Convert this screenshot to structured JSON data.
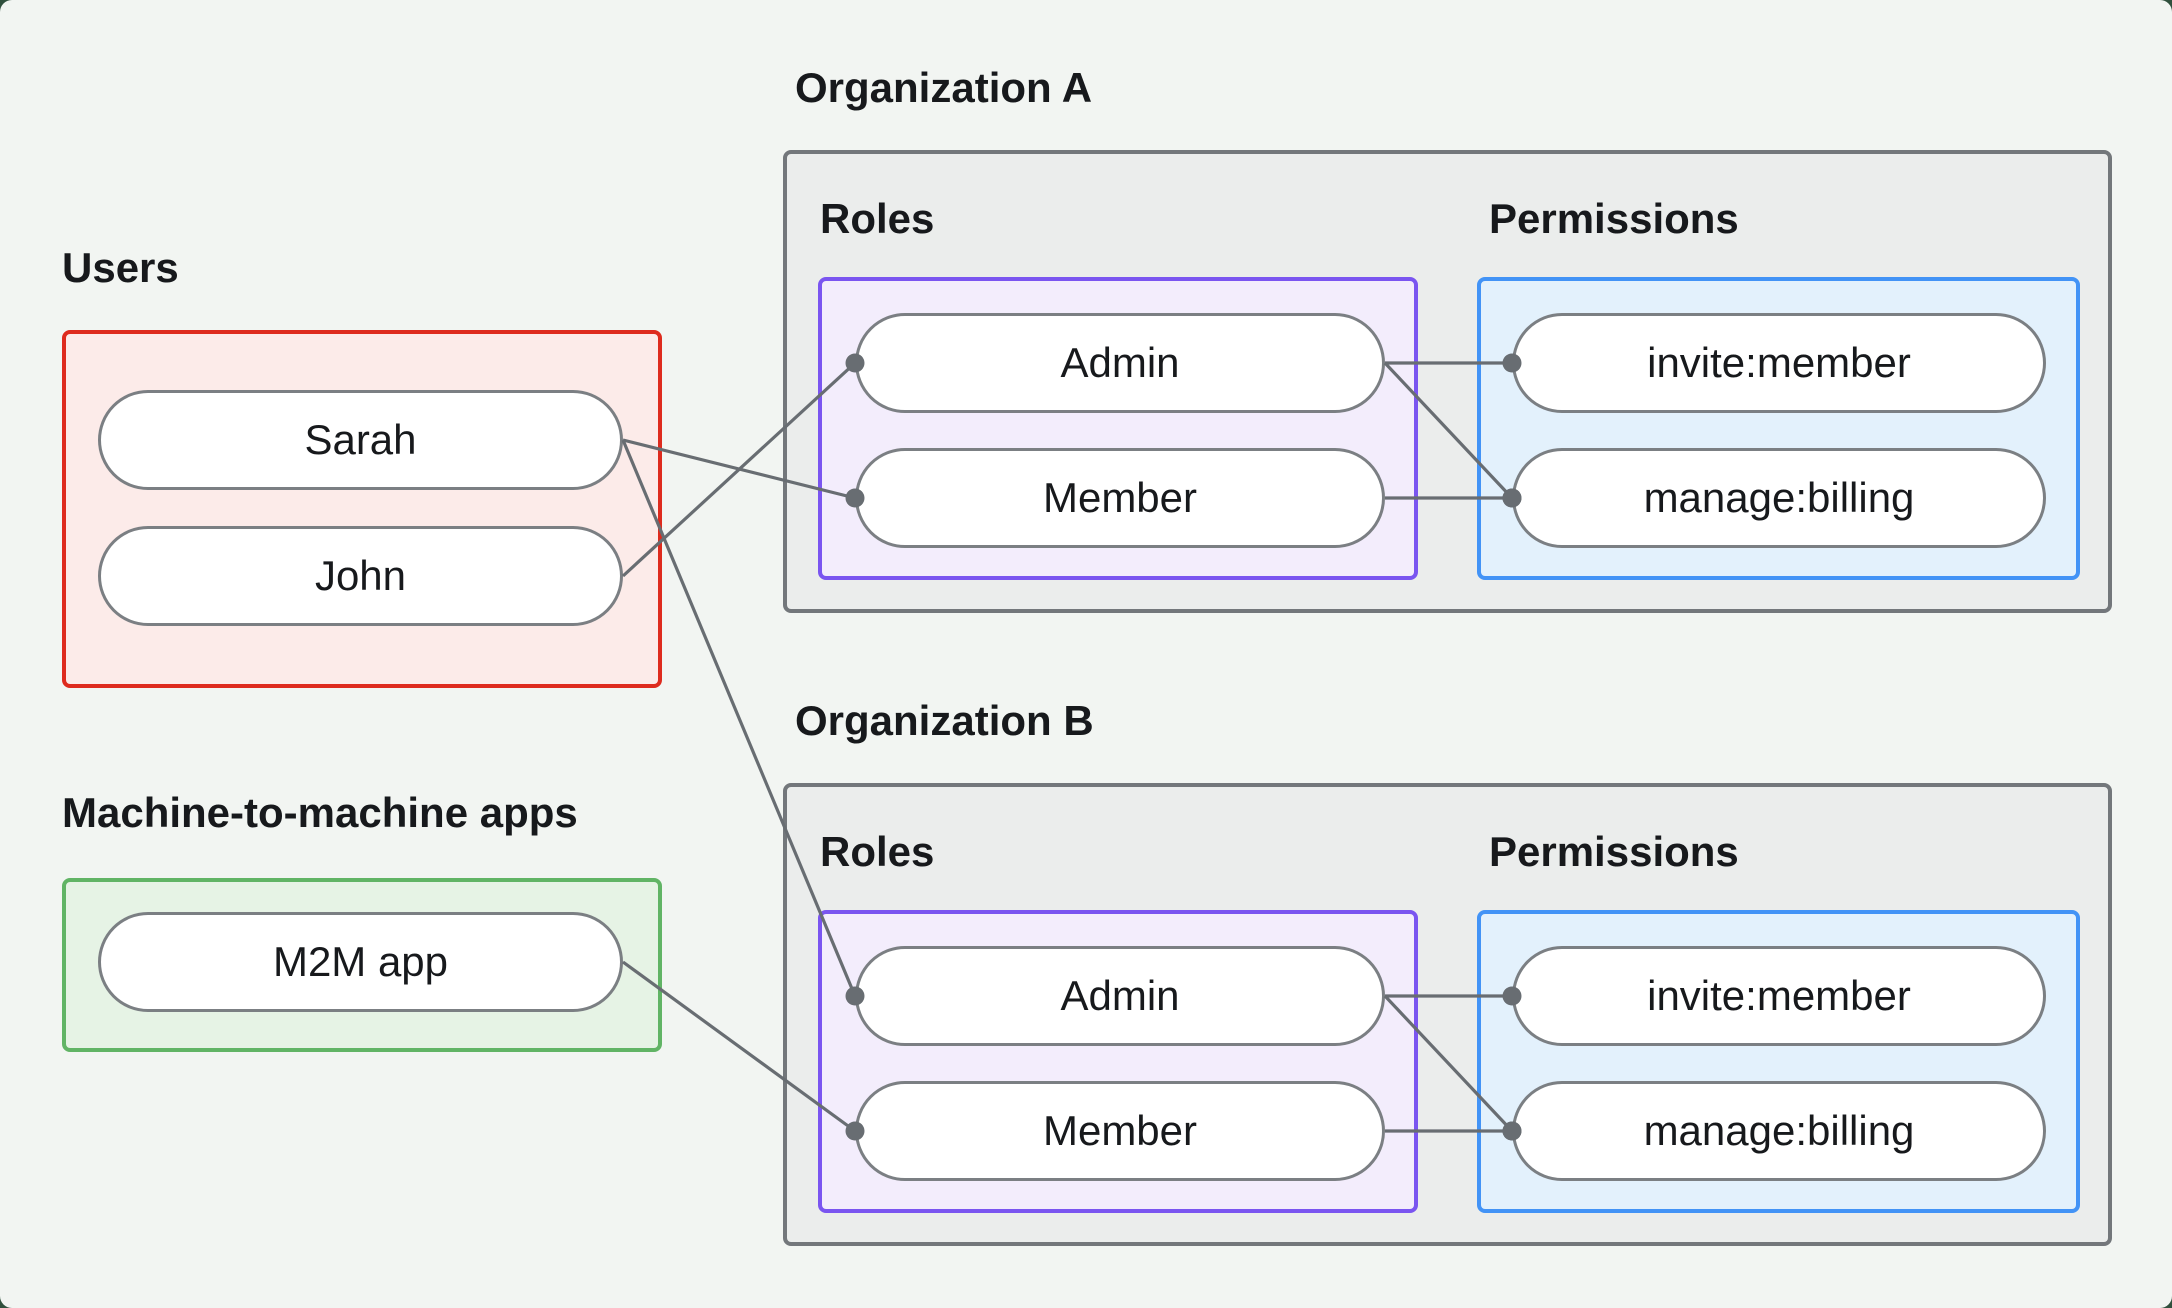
{
  "users_section": {
    "label": "Users",
    "items": [
      {
        "label": "Sarah"
      },
      {
        "label": "John"
      }
    ]
  },
  "m2m_section": {
    "label": "Machine-to-machine apps",
    "items": [
      {
        "label": "M2M app"
      }
    ]
  },
  "organizations": [
    {
      "label": "Organization A",
      "roles_label": "Roles",
      "permissions_label": "Permissions",
      "roles": [
        {
          "label": "Admin"
        },
        {
          "label": "Member"
        }
      ],
      "permissions": [
        {
          "label": "invite:member"
        },
        {
          "label": "manage:billing"
        }
      ]
    },
    {
      "label": "Organization B",
      "roles_label": "Roles",
      "permissions_label": "Permissions",
      "roles": [
        {
          "label": "Admin"
        },
        {
          "label": "Member"
        }
      ],
      "permissions": [
        {
          "label": "invite:member"
        },
        {
          "label": "manage:billing"
        }
      ]
    }
  ],
  "edges": [
    {
      "from": "sarah",
      "to": "orgA-member"
    },
    {
      "from": "john",
      "to": "orgA-admin"
    },
    {
      "from": "sarah",
      "to": "orgB-admin"
    },
    {
      "from": "m2m-app",
      "to": "orgB-member"
    },
    {
      "from": "orgA-admin",
      "to": "orgA-invite-member"
    },
    {
      "from": "orgA-admin",
      "to": "orgA-manage-billing"
    },
    {
      "from": "orgA-member",
      "to": "orgA-manage-billing"
    },
    {
      "from": "orgB-admin",
      "to": "orgB-invite-member"
    },
    {
      "from": "orgB-admin",
      "to": "orgB-manage-billing"
    },
    {
      "from": "orgB-member",
      "to": "orgB-manage-billing"
    }
  ],
  "colors": {
    "page_bg": "#f2f5f2",
    "text": "#17191c",
    "users_border": "#de2b1e",
    "users_fill": "#fcebe9",
    "m2m_border": "#61b465",
    "m2m_fill": "#e6f3e5",
    "org_border": "#73777b",
    "org_fill": "#ebedec",
    "roles_border": "#7a55f0",
    "roles_fill": "#f3edfc",
    "permissions_border": "#4293f6",
    "permissions_fill": "#e3f1fc",
    "pill_border": "#7b7f83",
    "connector": "#686d72"
  }
}
